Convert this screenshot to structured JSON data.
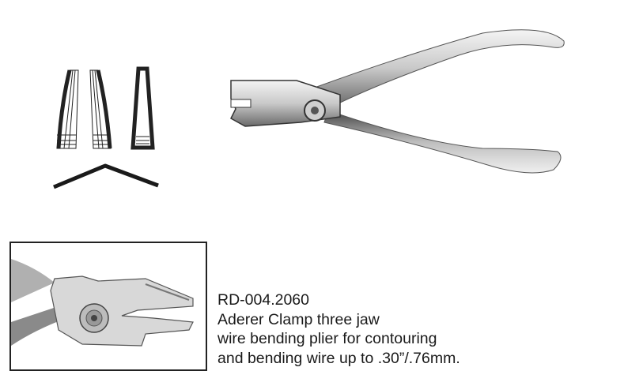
{
  "product": {
    "code": "RD-004.2060",
    "description_lines": [
      "Aderer Clamp three jaw",
      "wire bending plier for contouring",
      "and bending wire up to .30”/.76mm."
    ]
  },
  "colors": {
    "text": "#1a1a1a",
    "steel_light": "#e6e6e6",
    "steel_dark": "#6e6e6e",
    "outline": "#222222"
  }
}
